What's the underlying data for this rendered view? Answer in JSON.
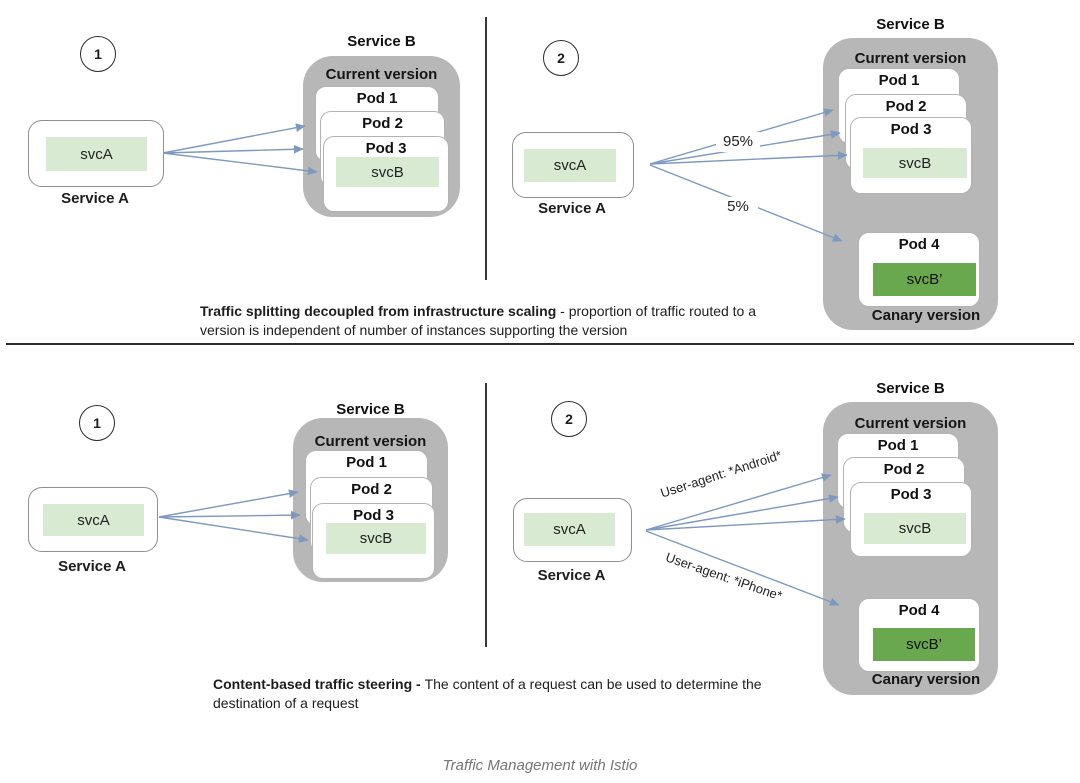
{
  "colors": {
    "light_green": "#d9ead3",
    "dark_green": "#6aa84f",
    "group_gray": "#b7b7b7",
    "arrow_blue": "#7e99c0"
  },
  "panels": {
    "top_left": {
      "badge": "1",
      "service_a": {
        "svc": "svcA",
        "label": "Service A"
      },
      "service_b": {
        "title": "Service B",
        "current_version_label": "Current version",
        "pods": [
          "Pod 1",
          "Pod 2",
          "Pod 3"
        ],
        "svc": "svcB"
      }
    },
    "top_right": {
      "badge": "2",
      "service_a": {
        "svc": "svcA",
        "label": "Service A"
      },
      "arrow_labels": {
        "current": "95%",
        "canary": "5%"
      },
      "service_b": {
        "title": "Service B",
        "current_version_label": "Current version",
        "pods": [
          "Pod 1",
          "Pod 2",
          "Pod 3"
        ],
        "svc": "svcB",
        "canary_pod": "Pod 4",
        "canary_svc": "svcB’",
        "canary_version_label": "Canary version"
      }
    },
    "bottom_left": {
      "badge": "1",
      "service_a": {
        "svc": "svcA",
        "label": "Service A"
      },
      "service_b": {
        "title": "Service B",
        "current_version_label": "Current version",
        "pods": [
          "Pod 1",
          "Pod 2",
          "Pod 3"
        ],
        "svc": "svcB"
      }
    },
    "bottom_right": {
      "badge": "2",
      "service_a": {
        "svc": "svcA",
        "label": "Service A"
      },
      "arrow_labels": {
        "current": "User-agent: *Android*",
        "canary": "User-agent: *iPhone*"
      },
      "service_b": {
        "title": "Service B",
        "current_version_label": "Current version",
        "pods": [
          "Pod 1",
          "Pod 2",
          "Pod 3"
        ],
        "svc": "svcB",
        "canary_pod": "Pod 4",
        "canary_svc": "svcB’",
        "canary_version_label": "Canary version"
      }
    }
  },
  "captions": {
    "top": {
      "bold": "Traffic splitting decoupled from infrastructure scaling",
      "rest": " - proportion of traffic routed to a version is independent of number of instances supporting the version"
    },
    "bottom": {
      "bold": "Content-based traffic steering - ",
      "rest": "The content of a request can be used to determine the destination of a request"
    }
  },
  "footer": {
    "caption": "Traffic Management with Istio"
  }
}
